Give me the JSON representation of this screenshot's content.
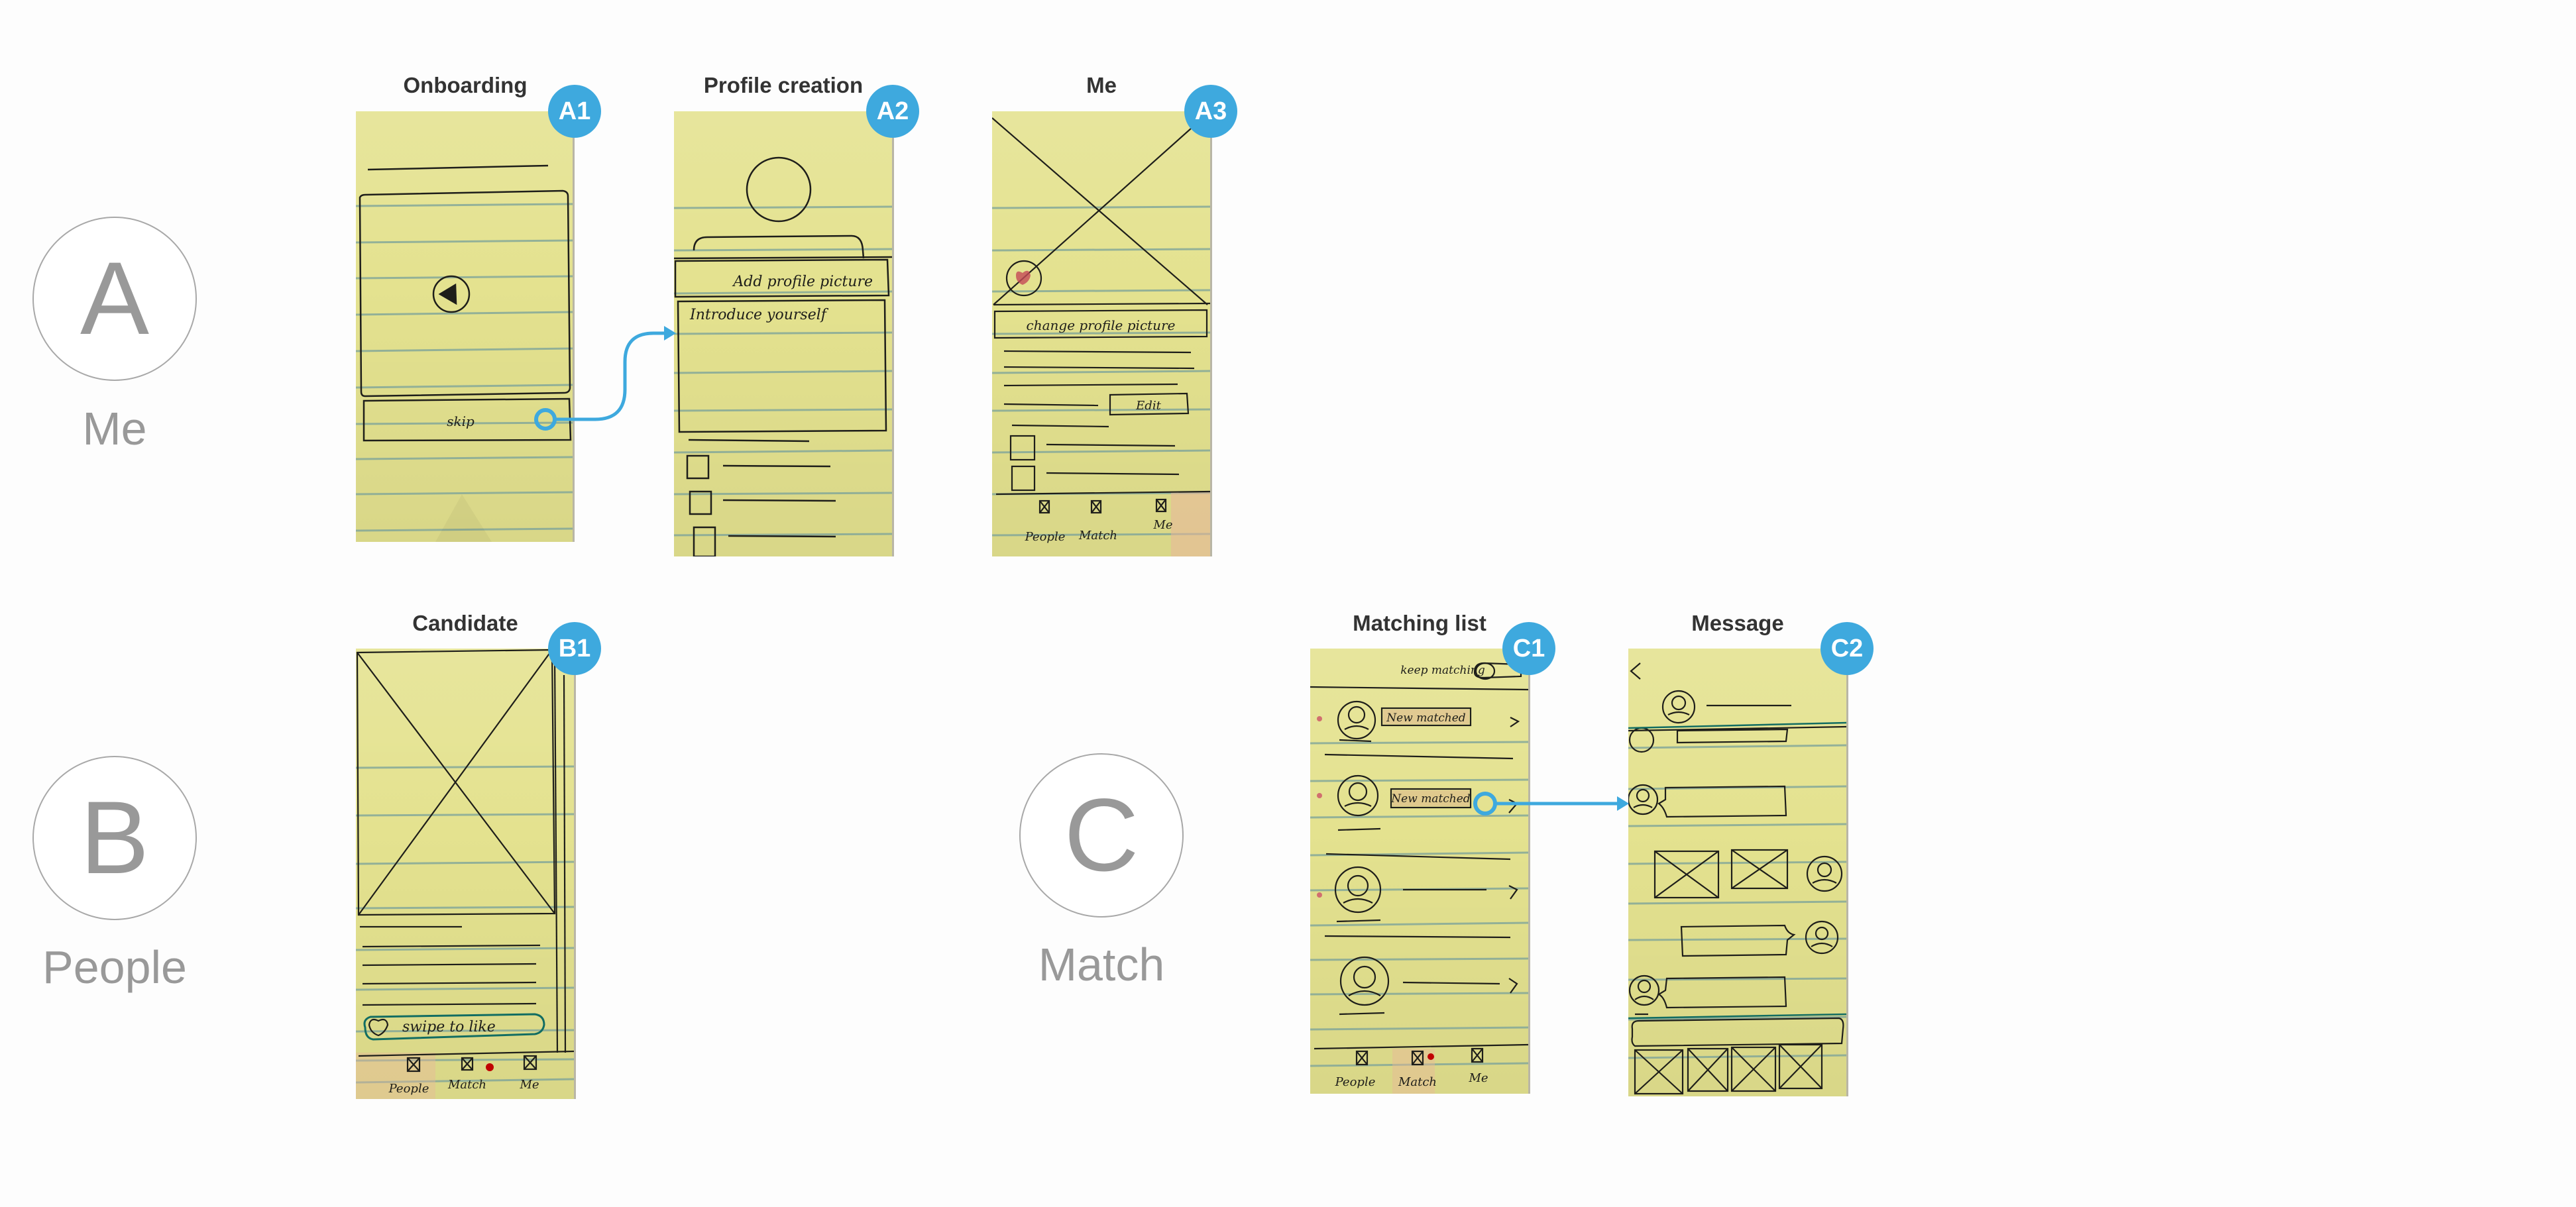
{
  "colors": {
    "background": "#fdfdfd",
    "section_circle_stroke": "#a8a8a8",
    "section_text": "#999999",
    "panel_title": "#333333",
    "badge_fill": "#3ea9de",
    "badge_text": "#ffffff",
    "connector": "#3ea9de",
    "sticky_note": "#e4e28f",
    "ruled_line": "#7fa59a",
    "ink": "#1e1e1a"
  },
  "sections": [
    {
      "letter": "A",
      "label": "Me"
    },
    {
      "letter": "B",
      "label": "People"
    },
    {
      "letter": "C",
      "label": "Match"
    }
  ],
  "screens": {
    "A1": {
      "badge": "A1",
      "title": "Onboarding",
      "sketch": {
        "video_icon": "play-icon",
        "skip_button": "skip"
      }
    },
    "A2": {
      "badge": "A2",
      "title": "Profile creation",
      "sketch": {
        "avatar_placeholder": "circle",
        "add_picture_button": "Add profile picture",
        "intro_field": "Introduce yourself",
        "checkbox_count": 3
      }
    },
    "A3": {
      "badge": "A3",
      "title": "Me",
      "sketch": {
        "cover_image": "image-placeholder",
        "profile_badge": "heart-icon",
        "change_picture_button": "change profile picture",
        "edit_button": "Edit",
        "checkbox_count": 2,
        "tab_bar": [
          "People",
          "Match",
          "Me"
        ],
        "active_tab": "Me"
      }
    },
    "B1": {
      "badge": "B1",
      "title": "Candidate",
      "sketch": {
        "photo": "image-placeholder",
        "like_bar": "swipe to like",
        "like_icon": "heart-icon",
        "tab_bar": [
          "People",
          "Match",
          "Me"
        ],
        "active_tab": "People",
        "notification_dot_tab": "Match"
      }
    },
    "C1": {
      "badge": "C1",
      "title": "Matching list",
      "sketch": {
        "toggle_label": "keep matching",
        "rows": [
          {
            "tag": "New matched",
            "unread_dot": true
          },
          {
            "tag": "New matched",
            "unread_dot": true
          },
          {
            "tag": "",
            "unread_dot": true
          },
          {
            "tag": "",
            "unread_dot": false
          }
        ],
        "tab_bar": [
          "People",
          "Match",
          "Me"
        ],
        "active_tab": "Match",
        "notification_dot_tab": "Match"
      }
    },
    "C2": {
      "badge": "C2",
      "title": "Message",
      "sketch": {
        "back_icon": "back-chevron-icon",
        "image_thumbnails": 4
      }
    }
  },
  "connections": [
    {
      "from": "A1",
      "from_element": "skip",
      "to": "A2",
      "style": "curved"
    },
    {
      "from": "C1",
      "from_element": "New matched",
      "to": "C2",
      "style": "straight"
    }
  ]
}
